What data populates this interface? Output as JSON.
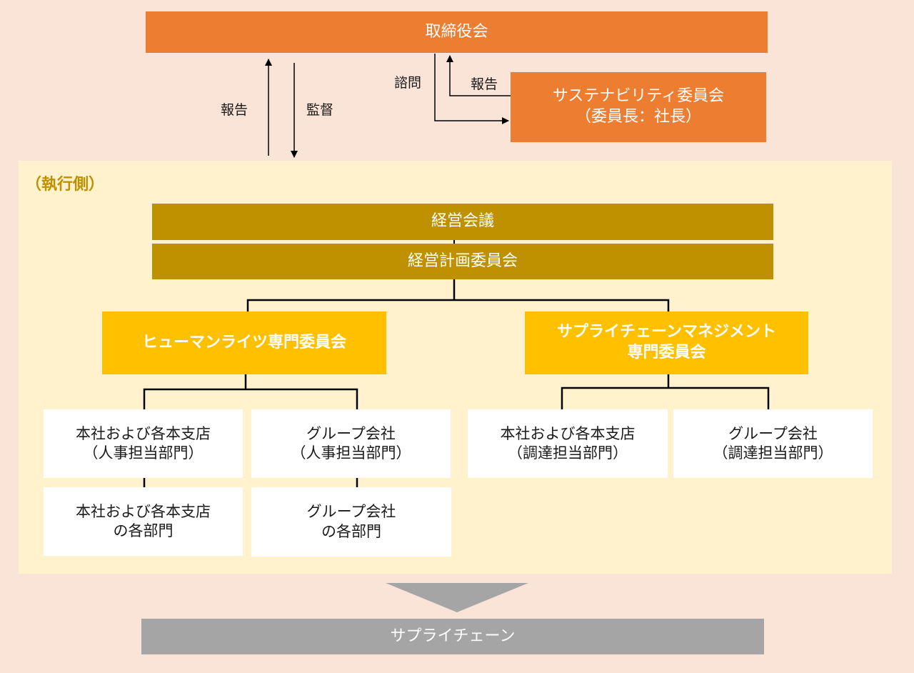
{
  "board": {
    "label": "取締役会"
  },
  "sustainability": {
    "line1": "サステナビリティ委員会",
    "line2": "（委員長：社長）"
  },
  "flows": {
    "report_left": "報告",
    "supervise": "監督",
    "consult": "諮問",
    "report_right": "報告"
  },
  "exec": {
    "label": "（執行側）",
    "management_meeting": "経営会議",
    "planning_committee": "経営計画委員会",
    "hr_committee": "ヒューマンライツ専門委員会",
    "scm_committee": {
      "line1": "サプライチェーンマネジメント",
      "line2": "専門委員会"
    }
  },
  "units": {
    "hq_hr": {
      "line1": "本社および各本支店",
      "line2": "（人事担当部門）"
    },
    "group_hr": {
      "line1": "グループ会社",
      "line2": "（人事担当部門）"
    },
    "hq_depts": {
      "line1": "本社および各本支店",
      "line2": "の各部門"
    },
    "group_depts": {
      "line1": "グループ会社",
      "line2": "の各部門"
    },
    "hq_proc": {
      "line1": "本社および各本支店",
      "line2": "（調達担当部門）"
    },
    "group_proc": {
      "line1": "グループ会社",
      "line2": "（調達担当部門）"
    }
  },
  "supply_chain": {
    "label": "サプライチェーン"
  },
  "colors": {
    "background": "#fae3d7",
    "board": "#ed7d31",
    "management": "#bf9000",
    "committee": "#ffc000",
    "exec_area": "#fff2cc",
    "supply_chain": "#a5a5a5"
  }
}
